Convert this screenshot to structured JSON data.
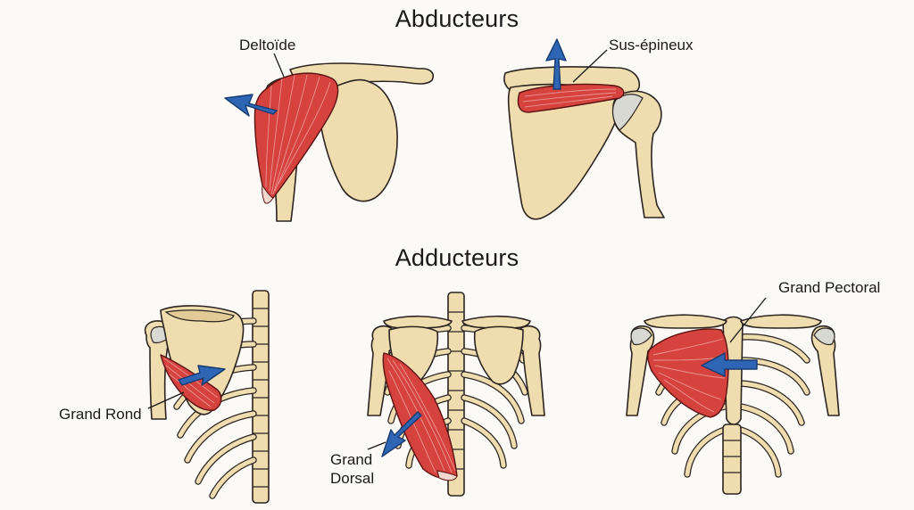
{
  "sections": {
    "top_title": "Abducteurs",
    "bottom_title": "Adducteurs"
  },
  "labels": {
    "deltoide": "Deltoïde",
    "sus_epineux": "Sus-épineux",
    "grand_rond": "Grand Rond",
    "grand_dorsal": "Grand Dorsal",
    "grand_pectoral": "Grand Pectoral"
  },
  "colors": {
    "muscle": "#d6423e",
    "bone": "#efdcaf",
    "arrow": "#2e66b5",
    "background": "#fbfaf7"
  },
  "icons": [
    "direction-arrow-icon"
  ]
}
